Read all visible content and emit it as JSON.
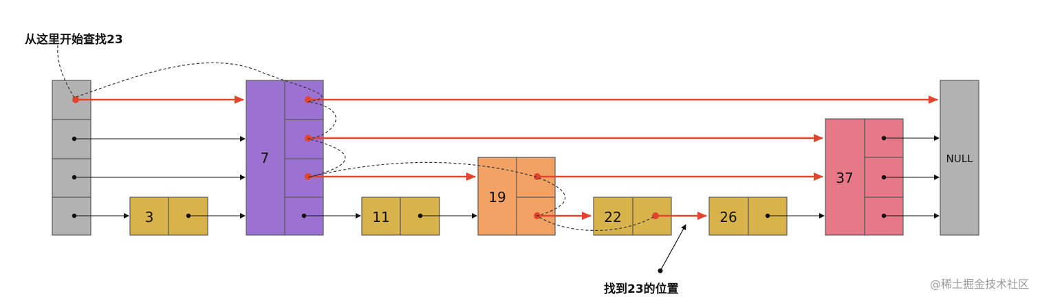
{
  "annotations": {
    "start": "从这里开始查找23",
    "found": "找到23的位置"
  },
  "nodes": {
    "n3": "3",
    "n7": "7",
    "n11": "11",
    "n19": "19",
    "n22": "22",
    "n26": "26",
    "n37": "37",
    "null": "NULL"
  },
  "watermark": "@稀土掘金技术社区",
  "colors": {
    "head": "#b2b2b2",
    "level1_node": "#d8b24a",
    "n7": "#9b72d1",
    "n19": "#f2a264",
    "n37": "#e67887",
    "null": "#b2b2b2",
    "search_path": "#e2442d",
    "pointer": "#111111"
  }
}
